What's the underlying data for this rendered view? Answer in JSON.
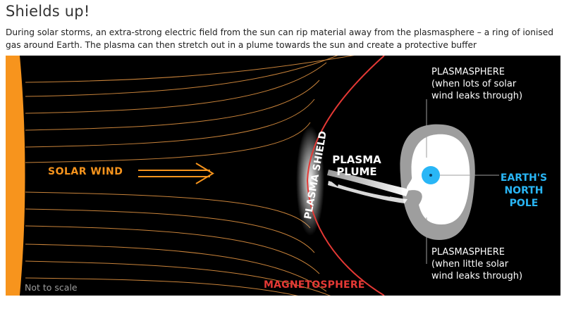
{
  "header": {
    "title": "Shields up!",
    "subtitle": "During solar storms, an extra-strong electric field from the sun can rip material away from the plasmasphere – a ring of ionised gas around Earth. The plasma can then stretch out in a plume towards the sun and create a protective buffer"
  },
  "diagram": {
    "solar_wind_label": "SOLAR WIND",
    "plasma_plume_label": "PLASMA\nPLUME",
    "plasma_shield_label": "PLASMA SHIELD",
    "plasmasphere_top_label": "PLASMASPHERE\n(when lots of solar\nwind leaks through)",
    "plasmasphere_bottom_label": "PLASMASPHERE\n(when little solar\nwind leaks through)",
    "north_pole_label": "EARTH'S\nNORTH\nPOLE",
    "magnetosphere_label": "MAGNETOSPHERE",
    "scale_note": "Not to scale"
  },
  "colors": {
    "sun": "#f7941d",
    "field_lines": "#c9833a",
    "magnetosphere": "#e53935",
    "earth_pole": "#29b6f6",
    "plasmasphere_outer": "#9e9e9e",
    "plasmasphere_inner": "#ffffff",
    "background": "#000000"
  },
  "icons": {
    "arrow": "solar-wind-arrow-icon",
    "plume": "plasma-plume-arrow-icon"
  }
}
